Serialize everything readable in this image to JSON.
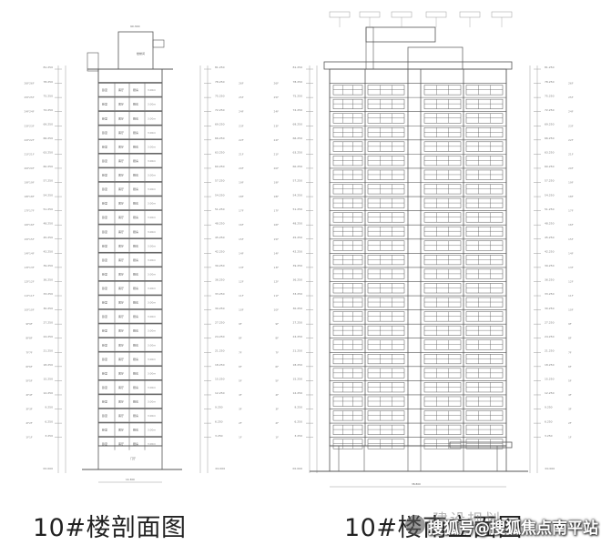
{
  "captions": {
    "section": "10#楼剖面图",
    "elevation": "10#楼南立面图"
  },
  "watermark": {
    "main": "搜狐号@搜狐焦点南平站",
    "faint": "建设规划"
  },
  "drawing": {
    "floor_count": 26,
    "floor_labels": [
      "1F",
      "2F",
      "3F",
      "4F",
      "5F",
      "6F",
      "7F",
      "8F",
      "9F",
      "10F",
      "11F",
      "12F",
      "13F",
      "14F",
      "15F",
      "16F",
      "17F",
      "18F",
      "19F",
      "20F",
      "21F",
      "22F",
      "23F",
      "24F",
      "25F",
      "26F"
    ],
    "section_room_labels": [
      "卧室",
      "客厅",
      "厨房"
    ],
    "colors": {
      "line": "#555555",
      "faint": "#9a9a9a",
      "caption": "#222222"
    }
  }
}
